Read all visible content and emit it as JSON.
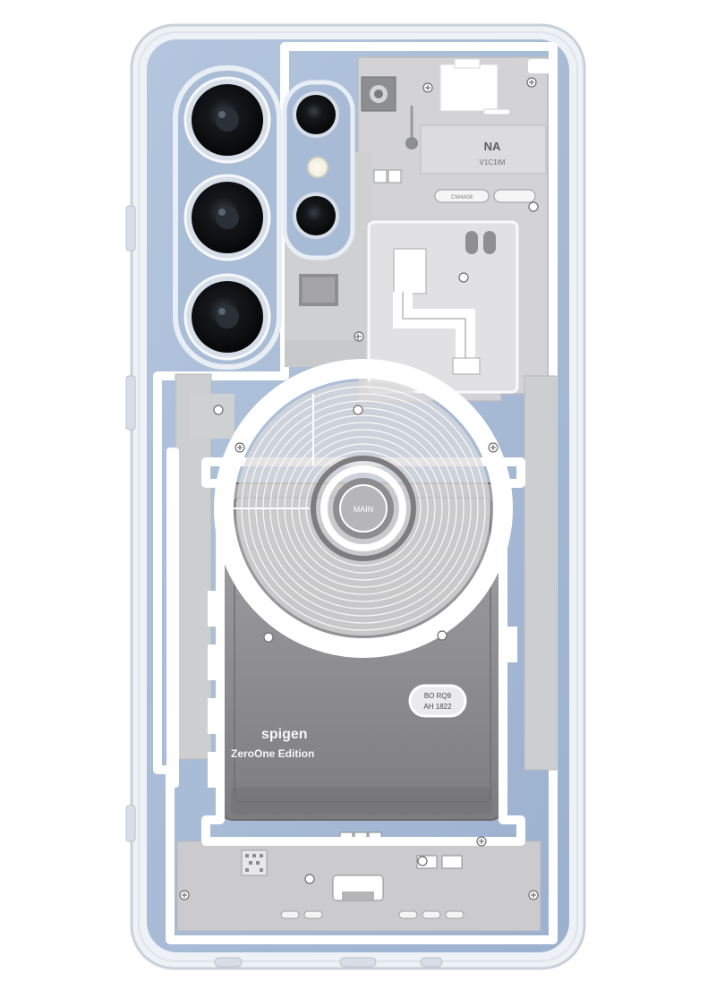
{
  "product": {
    "brand": "spigen",
    "edition": "ZeroOne Edition",
    "main_label": "MAIN",
    "battery_code_line1": "BO RQ9",
    "battery_code_line2": "AH 1822",
    "chip_label": "NA",
    "chip_code": "V1C1IM",
    "small_label": "CW4A08"
  },
  "colors": {
    "phone_body": "#9fb6d6",
    "case_frame": "#e6eaf0",
    "board_grey": "#c9c9cb",
    "battery_grey": "#8d8d90",
    "ring_white": "#fafafa",
    "lens_black": "#121416"
  }
}
